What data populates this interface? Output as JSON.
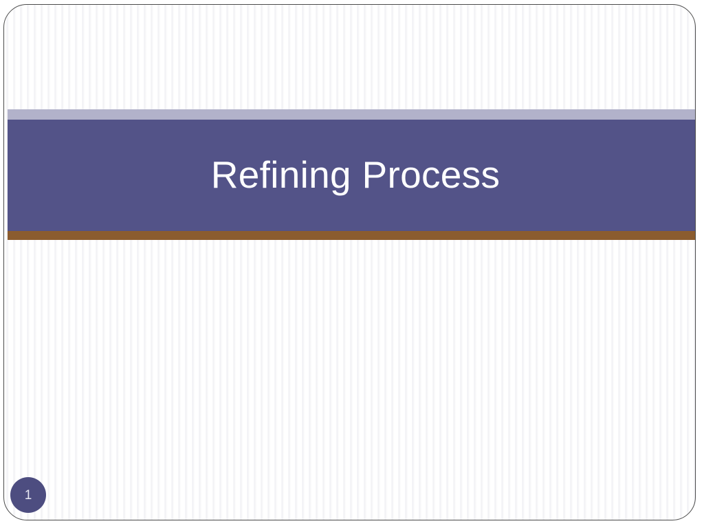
{
  "slide": {
    "title": "Refining Process",
    "page_number": "1",
    "background_style": "vertical-pinstripe",
    "colors": {
      "title_band": "#535388",
      "accent_strip_top": "#b2b2ca",
      "accent_rule_bottom": "#8b5c2f",
      "title_text": "#ffffff",
      "page_badge_fill": "#4d4d80",
      "page_badge_text": "#e8e8f2",
      "canvas": "#ffffff",
      "canvas_border": "#4a4a4a"
    }
  }
}
